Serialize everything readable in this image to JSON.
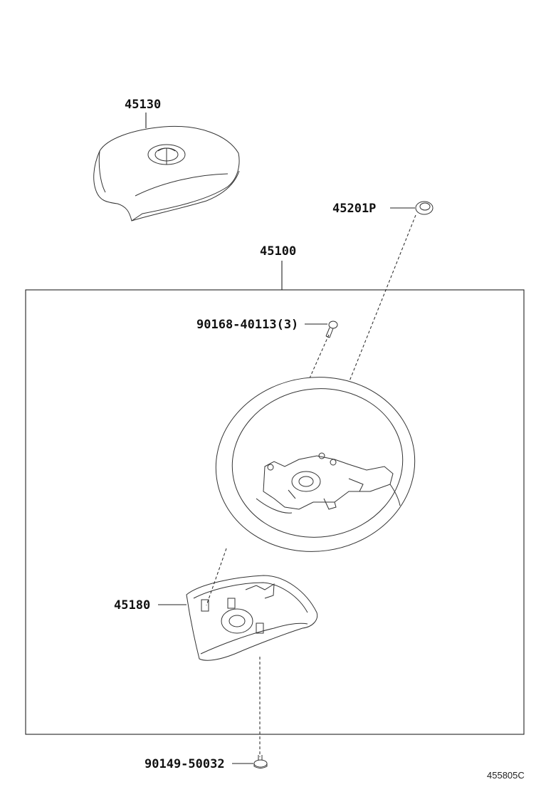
{
  "parts": {
    "horn_pad": {
      "number": "45130"
    },
    "cover": {
      "number": "45201P"
    },
    "wheel_assy": {
      "number": "45100"
    },
    "screw": {
      "number": "90168-40113(3)"
    },
    "lower_cover": {
      "number": "45180"
    },
    "bottom_screw": {
      "number": "90149-50032"
    }
  },
  "diagram_code": "455805C"
}
